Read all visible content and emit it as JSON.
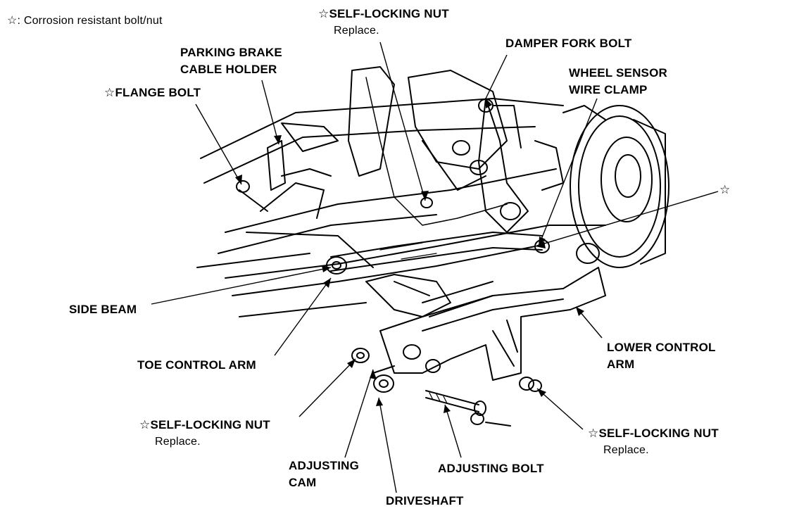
{
  "legend": "☆: Corrosion resistant bolt/nut",
  "labels": {
    "self_locking_nut_top": {
      "star": "☆",
      "name": "SELF-LOCKING NUT",
      "note": "Replace."
    },
    "damper_fork_bolt": "DAMPER FORK BOLT",
    "parking_brake_cable_holder": [
      "PARKING BRAKE",
      "CABLE HOLDER"
    ],
    "wheel_sensor_wire_clamp": [
      "WHEEL SENSOR",
      "WIRE CLAMP"
    ],
    "flange_bolt": {
      "star": "☆",
      "name": "FLANGE BOLT"
    },
    "star_marker": "☆",
    "side_beam": "SIDE BEAM",
    "lower_control_arm": [
      "LOWER CONTROL",
      "ARM"
    ],
    "toe_control_arm": "TOE CONTROL ARM",
    "self_locking_nut_left": {
      "star": "☆",
      "name": "SELF-LOCKING NUT",
      "note": "Replace."
    },
    "self_locking_nut_right": {
      "star": "☆",
      "name": "SELF-LOCKING NUT",
      "note": "Replace."
    },
    "adjusting_cam": [
      "ADJUSTING",
      "CAM"
    ],
    "adjusting_bolt": "ADJUSTING BOLT",
    "driveshaft": "DRIVESHAFT"
  }
}
